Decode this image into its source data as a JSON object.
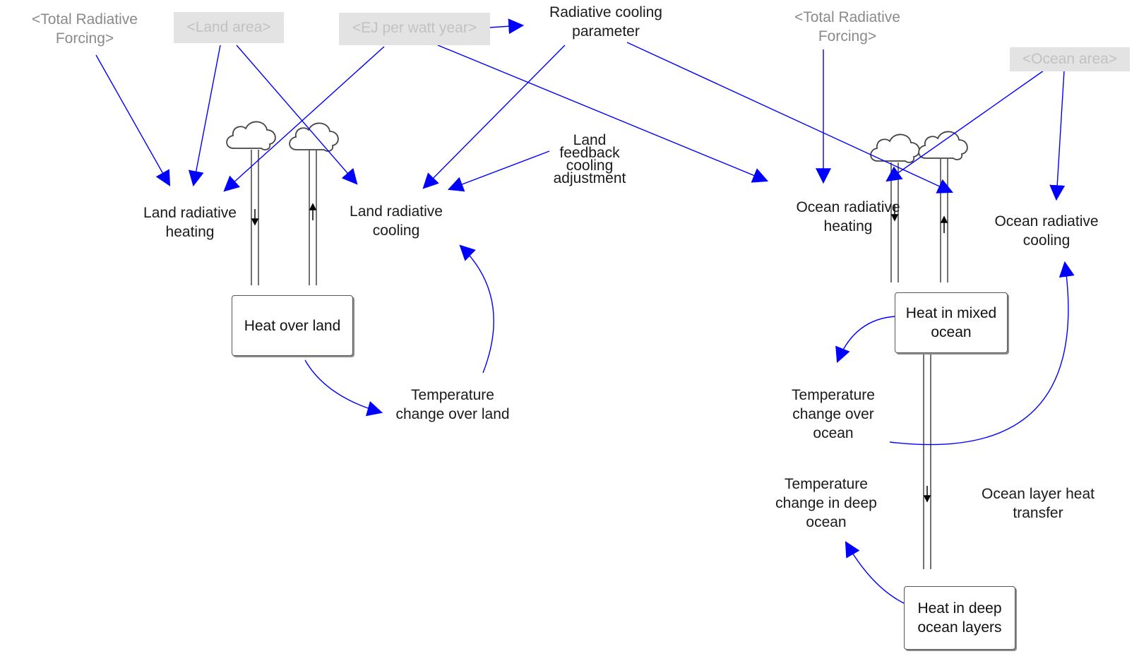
{
  "shadow_variables": {
    "total_radiative_forcing_left": "<Total Radiative\nForcing>",
    "land_area": "<Land area>",
    "ej_per_watt_year": "<EJ per watt year>",
    "total_radiative_forcing_right": "<Total Radiative\nForcing>",
    "ocean_area": "<Ocean area>"
  },
  "auxiliaries": {
    "radiative_cooling_parameter": "Radiative cooling\nparameter",
    "land_feedback_cooling_adjustment": "Land\nfeedback\ncooling\nadjustment",
    "temperature_change_over_land": "Temperature\nchange over land",
    "temperature_change_over_ocean": "Temperature\nchange over\nocean",
    "temperature_change_in_deep_ocean": "Temperature\nchange in deep\nocean"
  },
  "flows": {
    "land_radiative_heating": "Land radiative\nheating",
    "land_radiative_cooling": "Land radiative\ncooling",
    "ocean_radiative_heating": "Ocean radiative\nheating",
    "ocean_radiative_cooling": "Ocean radiative\ncooling",
    "ocean_layer_heat_transfer": "Ocean layer heat\ntransfer"
  },
  "stocks": {
    "heat_over_land": "Heat over land",
    "heat_in_mixed_ocean": "Heat in mixed\nocean",
    "heat_in_deep_ocean_layers": "Heat in deep\nocean layers"
  },
  "colors": {
    "link_arrow": "#0000ff",
    "pipe": "#555555",
    "shadow_text": "#8a8a8a",
    "shadow_box_bg": "#e3e3e3"
  }
}
